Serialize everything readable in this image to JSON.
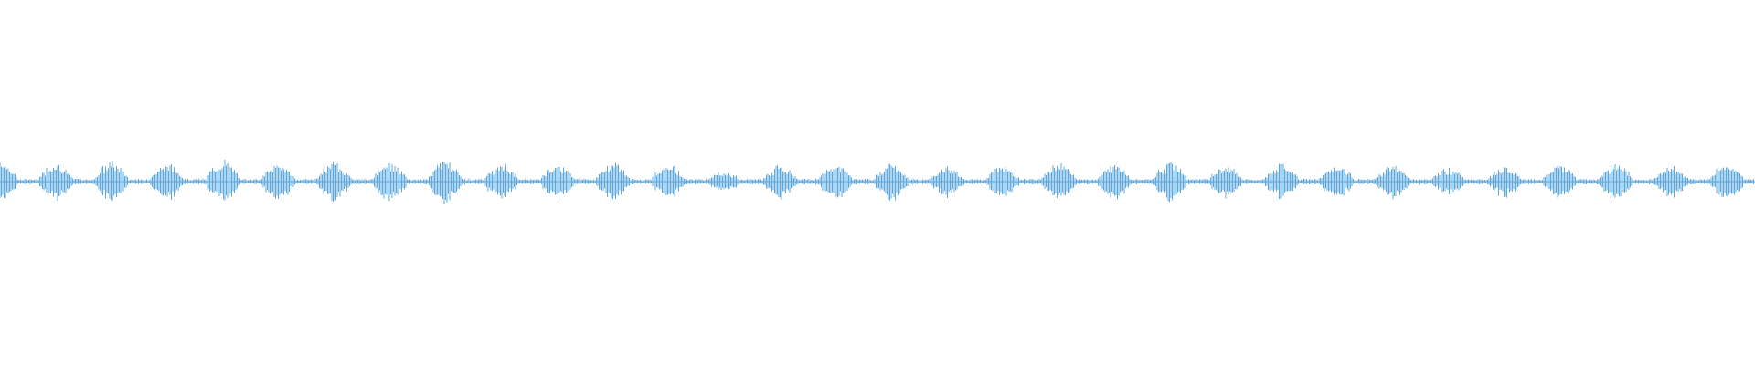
{
  "waveform": {
    "color": "#5DA8DE",
    "background": "#FFFFFF",
    "burst_count": 32,
    "burst_envelope": [
      0.88,
      0.75,
      0.78,
      0.7,
      0.82,
      0.72,
      0.74,
      0.78,
      0.88,
      0.7,
      0.72,
      0.74,
      0.68,
      0.4,
      0.64,
      0.68,
      0.74,
      0.58,
      0.62,
      0.68,
      0.7,
      0.74,
      0.62,
      0.64,
      0.68,
      0.64,
      0.52,
      0.6,
      0.66,
      0.72,
      0.65,
      0.72
    ]
  }
}
